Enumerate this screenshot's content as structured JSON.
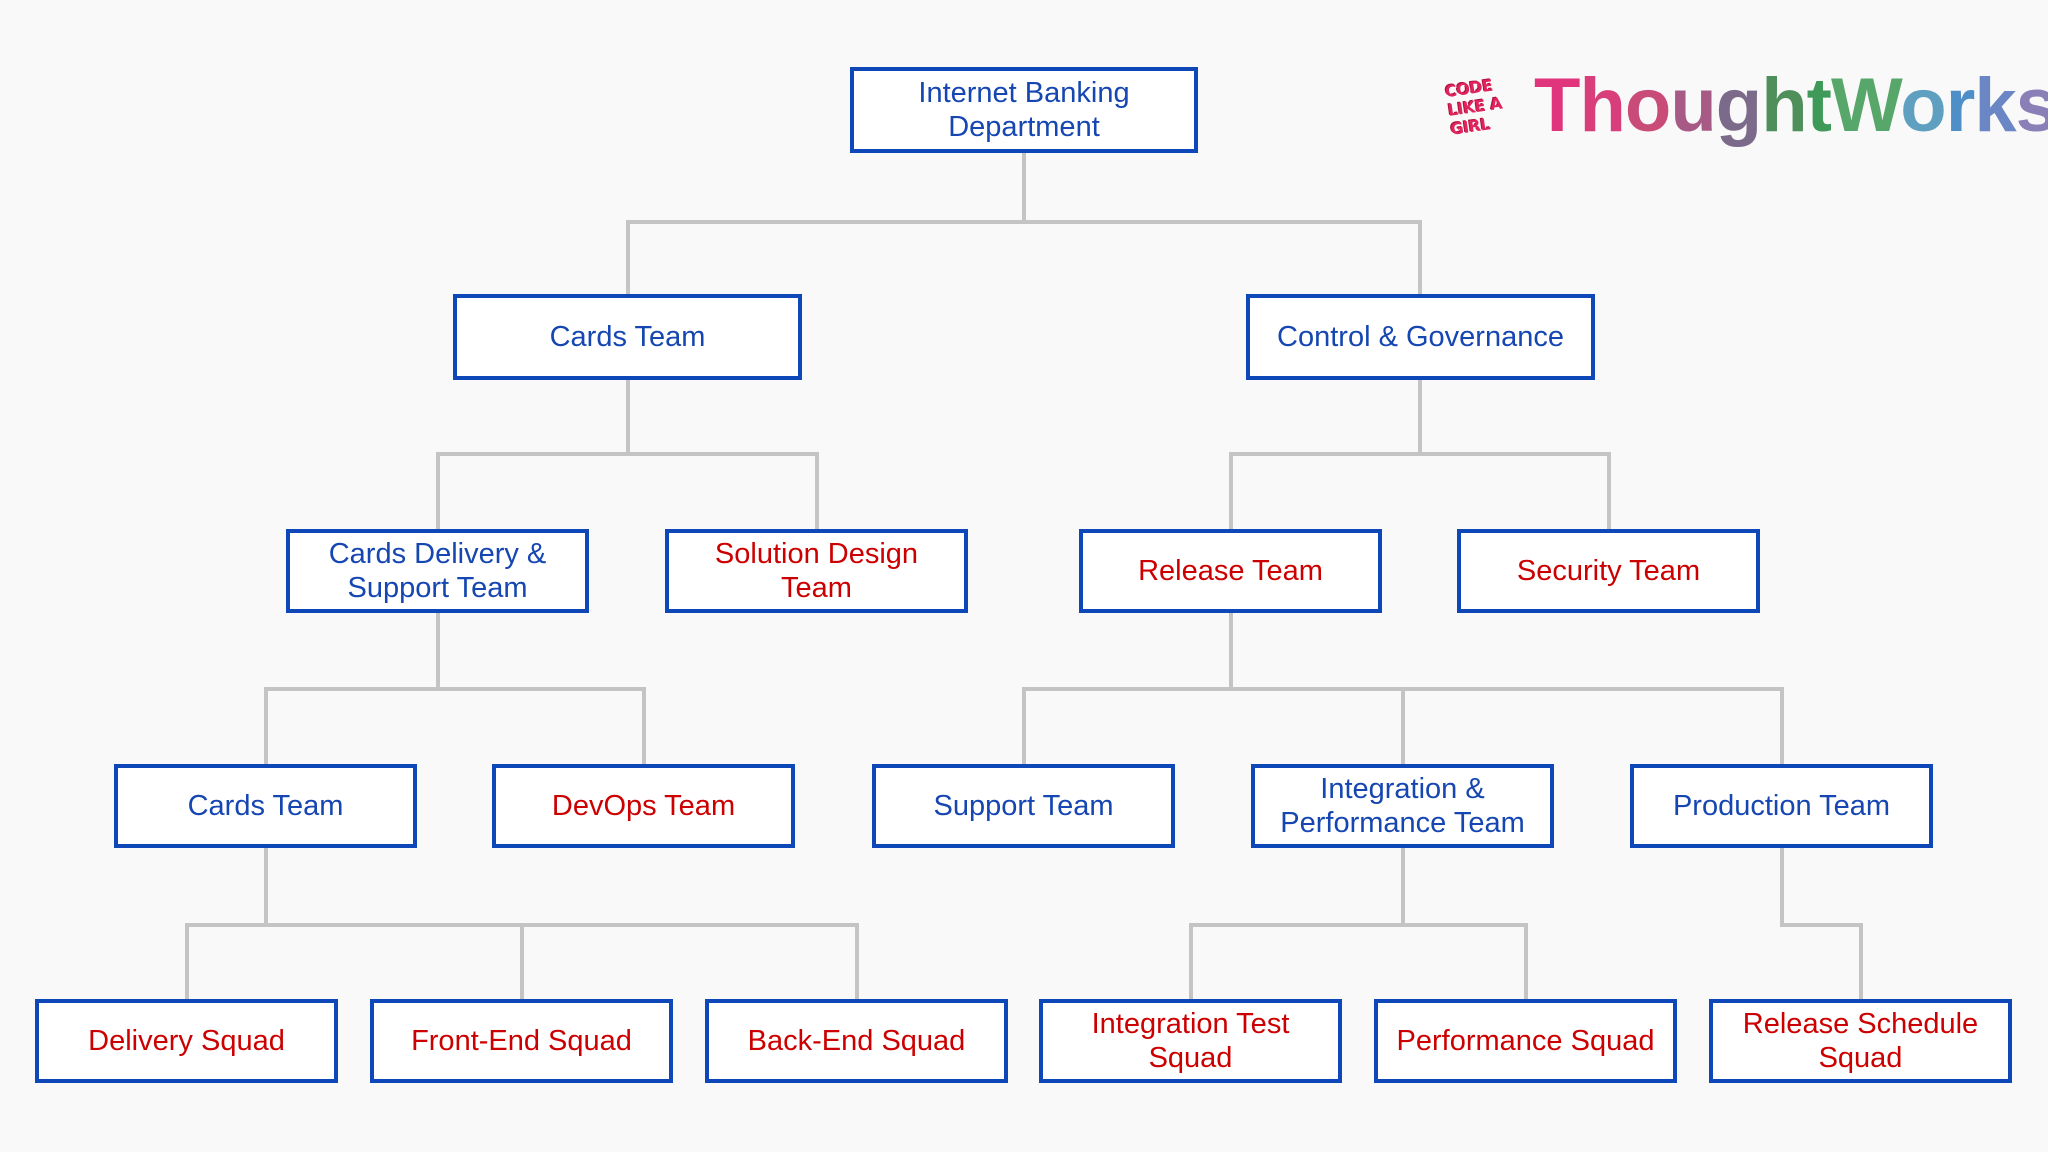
{
  "colors": {
    "box_border": "#0d47b8",
    "text_blue": "#1546b1",
    "text_red": "#cc0000",
    "connector": "#c4c4c4",
    "background": "#f9f9f9"
  },
  "brand": {
    "code_like_a_girl": [
      "CODE",
      "LIKE A",
      "GIRL"
    ],
    "thoughtworks": "ThoughtWorks",
    "registered_mark": "®"
  },
  "org_chart": {
    "root": "Internet Banking Department",
    "level1": [
      "Cards Team",
      "Control & Governance"
    ],
    "level2": [
      "Cards Delivery & Support Team",
      "Solution Design Team",
      "Release Team",
      "Security Team"
    ],
    "level3": [
      "Cards Team",
      "DevOps Team",
      "Support Team",
      "Integration & Performance Team",
      "Production Team"
    ],
    "level4": [
      "Delivery Squad",
      "Front-End Squad",
      "Back-End Squad",
      "Integration Test Squad",
      "Performance Squad",
      "Release Schedule Squad"
    ]
  }
}
